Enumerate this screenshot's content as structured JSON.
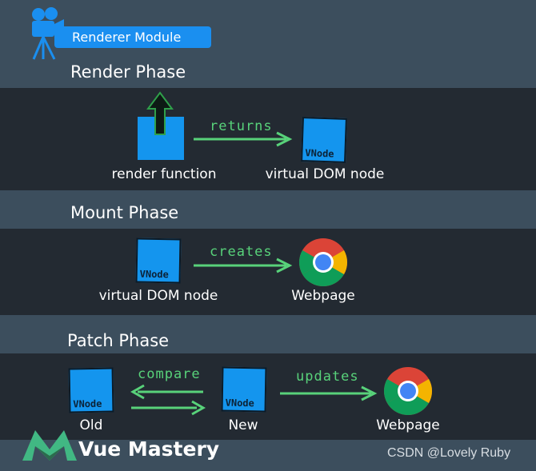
{
  "header": {
    "module_label": "Renderer Module",
    "icon": "film-camera-icon"
  },
  "render_phase": {
    "title": "Render Phase",
    "left_label": "render function",
    "arrow_label": "returns",
    "node_label": "VNode",
    "right_label": "virtual DOM node"
  },
  "mount_phase": {
    "title": "Mount Phase",
    "node_label": "VNode",
    "left_label": "virtual DOM node",
    "arrow_label": "creates",
    "right_label": "Webpage"
  },
  "patch_phase": {
    "title": "Patch Phase",
    "old_node_label": "VNode",
    "old_label": "Old",
    "compare_label": "compare",
    "new_node_label": "VNode",
    "new_label": "New",
    "updates_label": "updates",
    "right_label": "Webpage"
  },
  "footer": {
    "brand": "Vue Mastery",
    "watermark": "CSDN @Lovely Ruby"
  },
  "colors": {
    "accent_blue": "#1495ee",
    "arrow_green": "#58d27a",
    "dark_band": "#232a32",
    "light_band": "#3c4e5d"
  }
}
